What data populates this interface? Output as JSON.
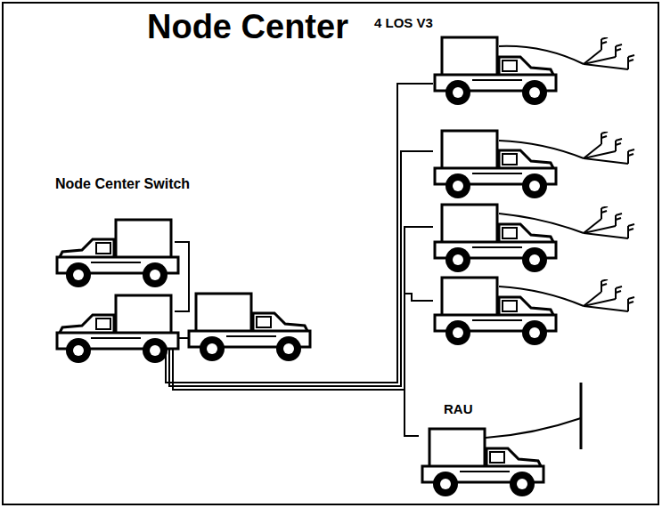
{
  "diagram": {
    "title": "Node Center",
    "labels": [
      "4 LOS V3",
      "Node Center Switch",
      "RAU"
    ]
  }
}
